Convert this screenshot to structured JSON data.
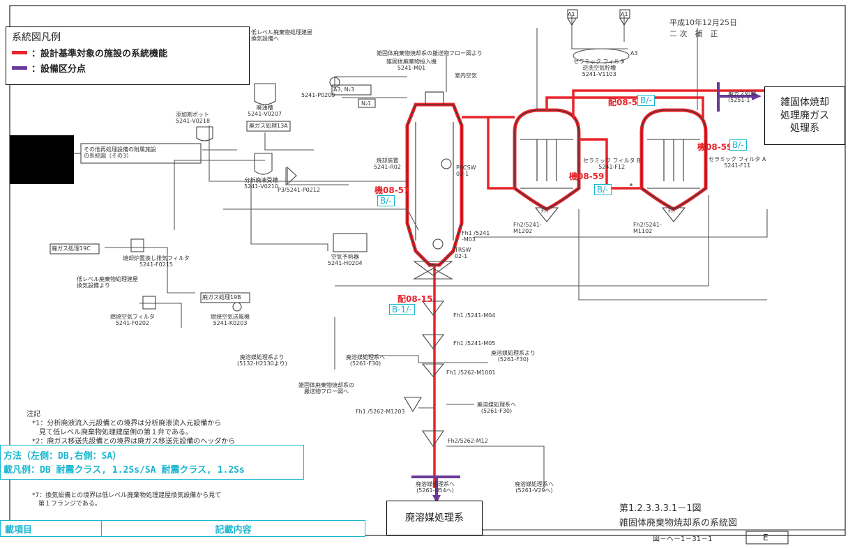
{
  "legend": {
    "title": "系統図凡例",
    "items": [
      {
        "label": "：設計基準対象の施設の系統機能",
        "color": "#e8242b"
      },
      {
        "label": "：設備区分点",
        "color": "#6a3a9a"
      }
    ]
  },
  "callouts": {
    "incineration_gas": "雑固体焼却\n処理廃ガス\n処理系",
    "waste_solvent": "廃溶媒処理系"
  },
  "equipment_labels": {
    "incinerator": "焼却装置\n5241-R02",
    "filter_b": "セラミック フィルタ B\n5241-F12",
    "filter_a": "セラミック フィルタ A\n5241-F11",
    "reverse_tank": "セラミック フィルタ\n逆洗空気貯槽\n5241-V1103",
    "feeder": "雑固体廃棄物投入機\n5241-M01",
    "additive_pot": "添加剤ポット\n5241-V0218",
    "analysis_tank": "分析廃液受槽\n5241-V0210",
    "waste_tank": "廃油槽\n5241-V0207",
    "preheater": "空気予熱器\n5241-H0204",
    "pump_p0209": "5241-P0209",
    "pump_p0212": "P3/5241-P0212",
    "filter_f0215": "焼却炉置換し排気フィルタ\n5241-F0215",
    "filter_f0202": "燃焼空気フィルタ\n5241-F0202",
    "blower_k0203": "燃焼空気送風機\n5241-K0203",
    "fh_m04": "Fh1 /5241-M04",
    "fh_m05": "Fh1 /5241-M05",
    "fh_m1001": "Fh1 /5262-M1001",
    "fh_m1203": "Fh1 /5262-M1203",
    "fh_m12": "Fh2/5262-M12",
    "fh_m03": "Fh1 /5241\n-M03",
    "fh_m1202": "Fh2/5241-\nM1202",
    "fh_m1102": "Fh2/5241-\nM1102",
    "other_system": "その他再処理設備の附属施設\nの系統図（その3）",
    "gas_13a": "廃ガス処理13A",
    "gas_19c": "廃ガス処理19C",
    "gas_19b": "廃ガス処理19B",
    "gas_out": "廃ガス処理\n(5251-1",
    "n2": "N₂1",
    "a3n2": "A3, N₂3",
    "a1_left": "A1",
    "a1_right": "A1",
    "a3_right": "A3",
    "room_air": "室内空気",
    "feed_flow": "雑固体廃棄物焼却系の搬送物フロー図より",
    "low_level_top": "低レベル廃棄物処理建屋\n換気設備へ",
    "low_level_mid": "低レベル廃棄物処理建屋\n換気設備より",
    "solvent_from_left": "廃溶媒処理系より\n(5132-H2130より)",
    "solvent_to_left": "廃溶媒処理系へ\n(5261-F30)",
    "solvent_from_right": "廃溶媒処理系より\n(5261-F30)",
    "solvent_to_right1": "廃溶媒処理系へ\n(5261-F30)",
    "solvent_to_bottom": "廃溶媒処理系へ\n(5261-H54へ)",
    "solvent_to_v29": "廃溶媒処理系へ\n(5261-V29へ)",
    "transport_flow": "雑固体廃棄物焼却系の\n搬送物フロー図へ",
    "prcsw": "PRCSW\n02-1",
    "trsw": "TRSW\n02-1",
    "stamp": "平成10年12月25日\n二 次　補　正"
  },
  "notes": [
    "注記",
    "*1：分析廃液流入元設備との境界は分析廃液流入元設備から\n　見て低レベル廃棄物処理建屋側の第１弁である。",
    "*2：廃ガス移送先設備との境界は廃ガス移送先設備のヘッダから\n　見て全溶媒の第１弁である。",
    "*7：換気設備との境界は低レベル廃棄物処理建屋換気設備から見て\n　第１フランジである。"
  ],
  "tags": {
    "k0857": "機08-57",
    "k0857_class": "B/-",
    "h0815": "配08-15",
    "h0815_class": "B-1/-",
    "k0859_b": "機08-59",
    "k0859_b_class": "B/-",
    "k0859_a": "機08-59",
    "k0859_a_class": "B/-",
    "h085": "配08-5",
    "h085_class": "B/-"
  },
  "method_note": {
    "line1": "方法（左側：DB,右側：SA）",
    "line2": "載凡例：DB 耐震クラス, 1.2Ss/SA 耐震クラス, 1.2Ss"
  },
  "table": {
    "header_left": "載項目",
    "header_right": "記載内容"
  },
  "figure": {
    "title": "第1.2.3.3.3.1－1図\n雑固体廃棄物焼却系の系統図",
    "number": "図－ヘ－1－31－1",
    "letter": "E"
  },
  "colors": {
    "red": "#e8242b",
    "purple": "#6a3a9a",
    "cyan": "#19b6d0"
  }
}
